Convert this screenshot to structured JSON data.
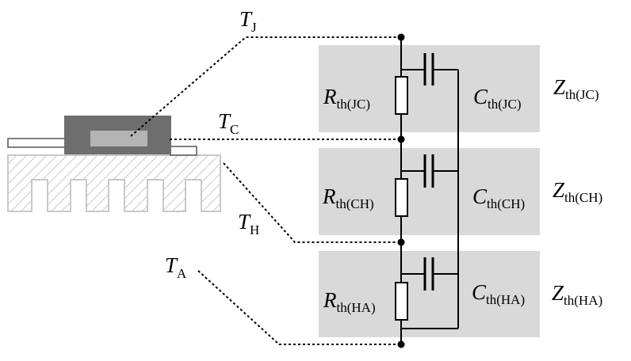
{
  "temperature_nodes": {
    "junction": {
      "symbol": "T",
      "subscript": "J"
    },
    "case": {
      "symbol": "T",
      "subscript": "C"
    },
    "heatsink": {
      "symbol": "T",
      "subscript": "H"
    },
    "ambient": {
      "symbol": "T",
      "subscript": "A"
    }
  },
  "stages": [
    {
      "resistor": {
        "symbol": "R",
        "subscript": "th(JC)"
      },
      "capacitor": {
        "symbol": "C",
        "subscript": "th(JC)"
      },
      "impedance": {
        "symbol": "Z",
        "subscript": "th(JC)"
      }
    },
    {
      "resistor": {
        "symbol": "R",
        "subscript": "th(CH)"
      },
      "capacitor": {
        "symbol": "C",
        "subscript": "th(CH)"
      },
      "impedance": {
        "symbol": "Z",
        "subscript": "th(CH)"
      }
    },
    {
      "resistor": {
        "symbol": "R",
        "subscript": "th(HA)"
      },
      "capacitor": {
        "symbol": "C",
        "subscript": "th(HA)"
      },
      "impedance": {
        "symbol": "Z",
        "subscript": "th(HA)"
      }
    }
  ],
  "colors": {
    "stage_box": "#d9d9d9",
    "package_body": "#6e6e6e",
    "die": "#b4b4b4",
    "heatsink_hatch": "#c8c8c8",
    "wire": "#000000"
  }
}
